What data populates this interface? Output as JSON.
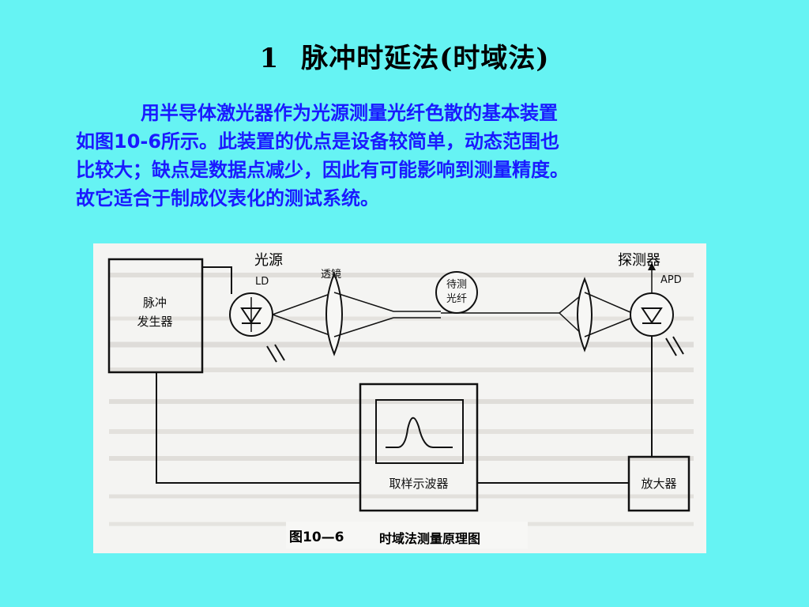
{
  "slide": {
    "title_number": "1",
    "title_text": "脉冲时延法(时域法)",
    "paragraph_lines": [
      "用半导体激光器作为光源测量光纤色散的基本装置",
      "如图10-6所示。此装置的优点是设备较简单，动态范围也",
      "比较大；缺点是数据点减少，因此有可能影响到测量精度。",
      "故它适合于制成仪表化的测试系统。"
    ]
  },
  "annotations": {
    "light_source": "光源",
    "detector": "探测器"
  },
  "figure": {
    "pulse_generator": [
      "脉冲",
      "发生器"
    ],
    "ld": "LD",
    "lens": "透镜",
    "fiber_under_test": [
      "待测",
      "光纤"
    ],
    "apd": "APD",
    "oscilloscope": "取样示波器",
    "amplifier": "放大器",
    "caption_number": "图10—6",
    "caption_text": "时域法测量原理图"
  }
}
